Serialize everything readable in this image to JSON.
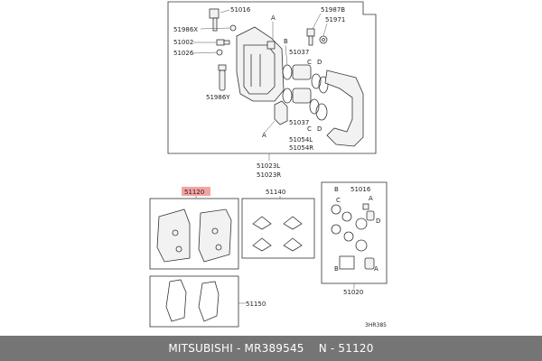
{
  "labels": {
    "p51016_top": "51016",
    "p51986x": "51986X",
    "p51002": "51002",
    "p51026": "51026",
    "p51986y": "51986Y",
    "p51987b": "51987B",
    "p51971": "51971",
    "p51037_top": "51037",
    "p51037_bot": "51037",
    "p51054l": "51054L",
    "p51054r": "51054R",
    "p51023l": "51023L",
    "p51023r": "51023R",
    "p51120": "51120",
    "p51140": "51140",
    "p51016_kit": "51016",
    "p51020": "51020",
    "p51150": "51150",
    "ref_code": "3HR385",
    "A": "A",
    "B": "B",
    "C": "C",
    "D": "D"
  },
  "colors": {
    "highlight": "#f4a3a3",
    "footer_bg": "#757575",
    "footer_text": "#ffffff"
  },
  "footer": {
    "brand": "MITSUBISHI",
    "sep": " - ",
    "part_number": "MR389545",
    "position": "N - 51120"
  }
}
